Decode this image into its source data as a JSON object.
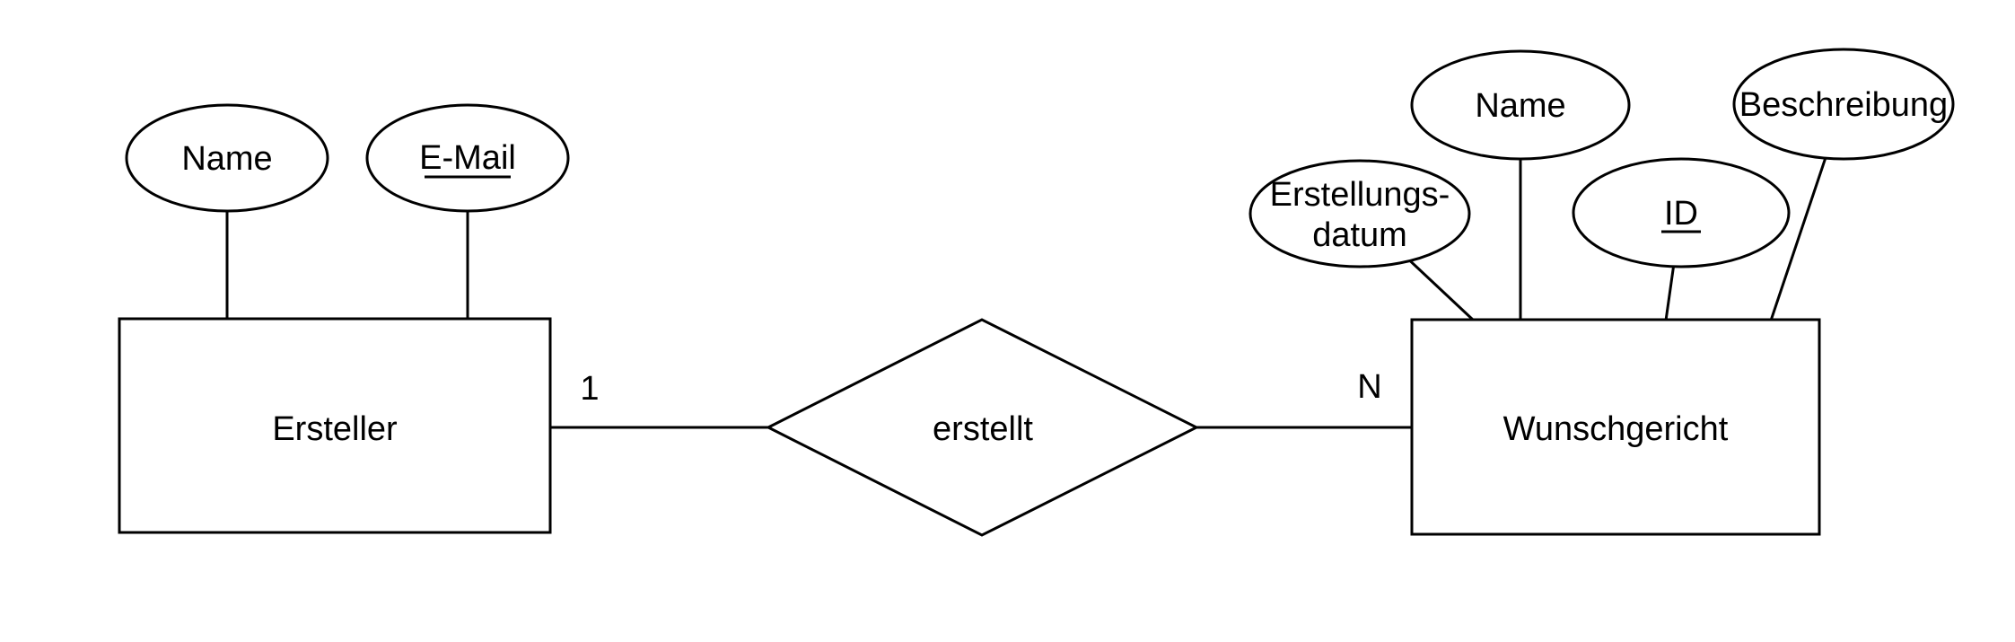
{
  "diagram": {
    "type": "entity-relationship-diagram",
    "colors": {
      "background": "#ffffff",
      "stroke": "#000000",
      "text": "#000000"
    },
    "entities": {
      "ersteller": {
        "label": "Ersteller"
      },
      "wunschgericht": {
        "label": "Wunschgericht"
      }
    },
    "attributes": {
      "ersteller_name": {
        "label": "Name",
        "is_key": false
      },
      "ersteller_email": {
        "label": "E-Mail",
        "is_key": true
      },
      "wunschgericht_erstellungsdatum": {
        "label_line1": "Erstellungs-",
        "label_line2": "datum",
        "is_key": false
      },
      "wunschgericht_name": {
        "label": "Name",
        "is_key": false
      },
      "wunschgericht_id": {
        "label": "ID",
        "is_key": true
      },
      "wunschgericht_beschreibung": {
        "label": "Beschreibung",
        "is_key": false
      }
    },
    "relationship": {
      "label": "erstellt",
      "cardinality_left": "1",
      "cardinality_right": "N"
    }
  }
}
